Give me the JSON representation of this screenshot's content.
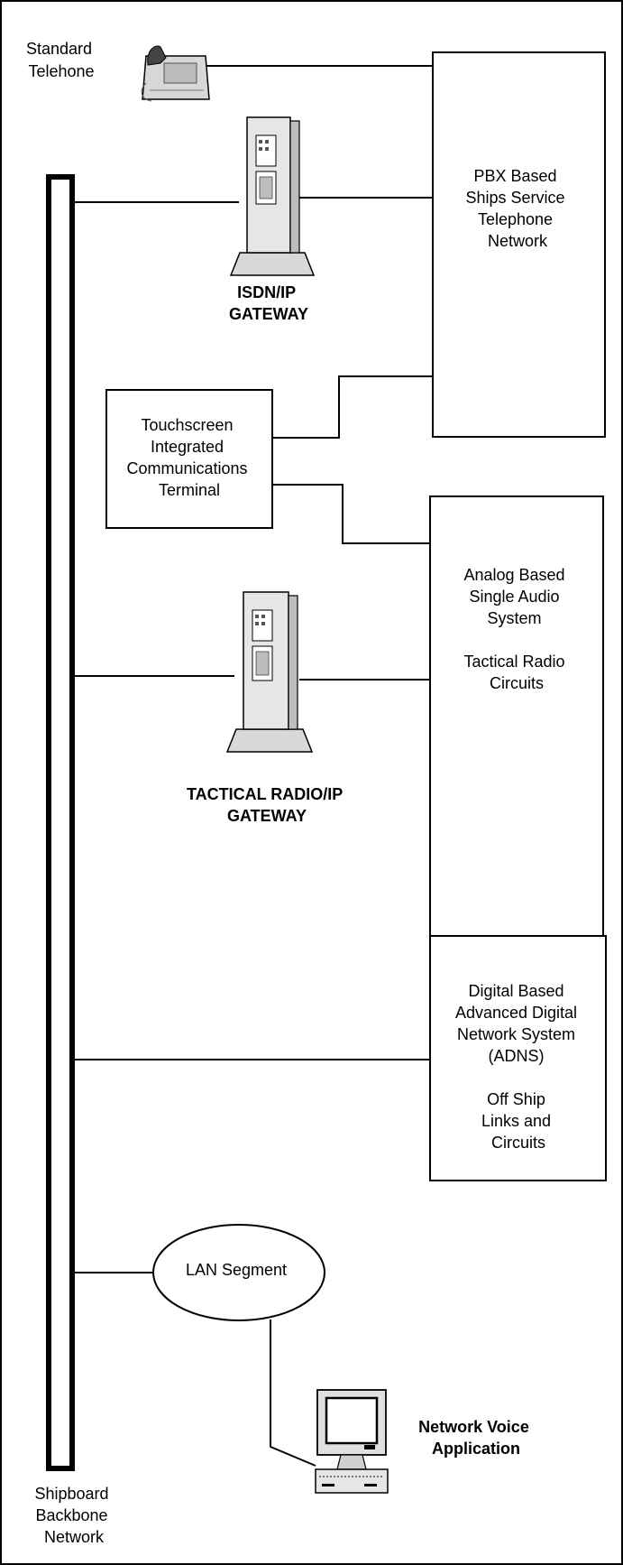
{
  "labels": {
    "standard_telephone": [
      "Standard",
      "Telehone"
    ],
    "isdn_gateway": [
      "ISDN/IP",
      "GATEWAY"
    ],
    "pbx": [
      "PBX Based",
      "Ships Service",
      "Telephone",
      "Network"
    ],
    "touchscreen": [
      "Touchscreen",
      "Integrated",
      "Communications",
      "Terminal"
    ],
    "analog": [
      "Analog Based",
      "Single Audio",
      "System",
      "",
      "Tactical Radio",
      "Circuits"
    ],
    "tactical_gateway": [
      "TACTICAL RADIO/IP",
      "GATEWAY"
    ],
    "adns": [
      "Digital Based",
      "Advanced Digital",
      "Network System",
      "(ADNS)",
      "",
      "Off Ship",
      "Links and",
      "Circuits"
    ],
    "lan_segment": [
      "LAN Segment"
    ],
    "network_voice": [
      "Network Voice",
      "Application"
    ],
    "backbone": [
      "Shipboard",
      "Backbone",
      "Network"
    ]
  },
  "icons": {
    "telephone": "telephone-icon",
    "gateway": "server-tower-icon",
    "workstation": "desktop-computer-icon"
  },
  "colors": {
    "line": "#000000",
    "background": "#ffffff",
    "device_fill": "#d8d8d8"
  }
}
